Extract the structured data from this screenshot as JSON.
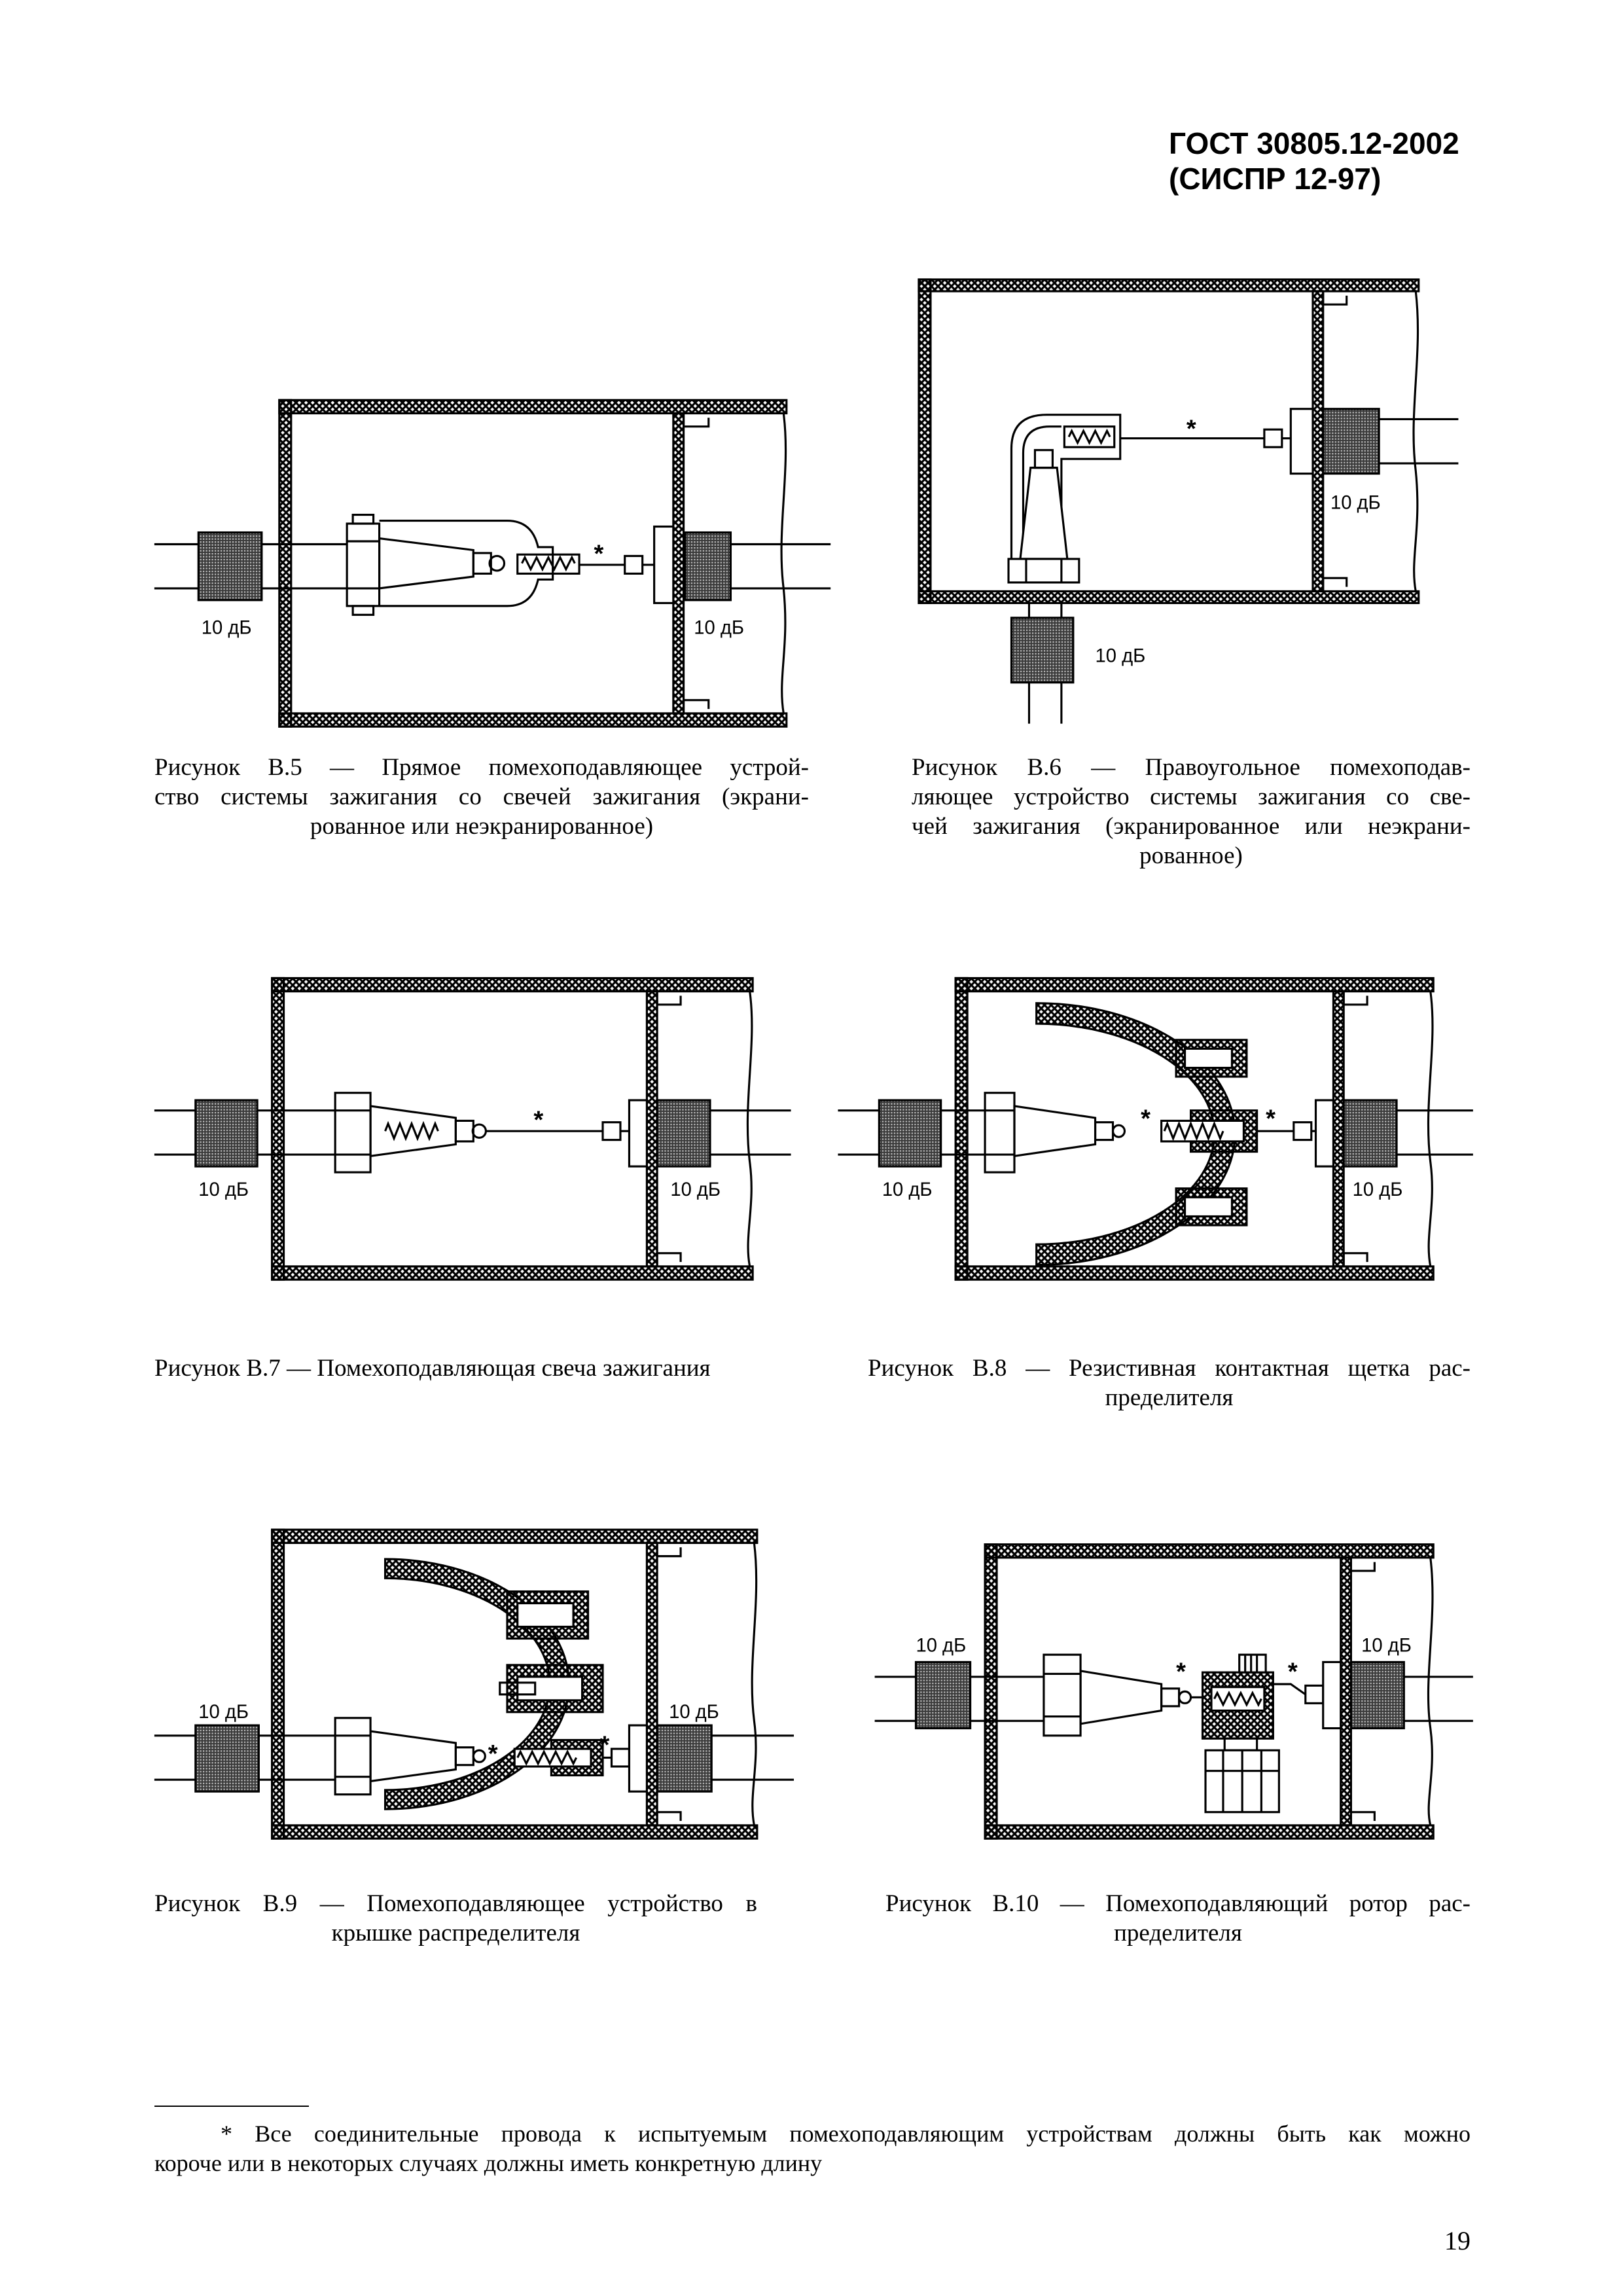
{
  "header": {
    "line1": "ГОСТ 30805.12-2002",
    "line2": "(СИСПР 12-97)"
  },
  "figures": [
    {
      "labels": [
        "10 дБ",
        "10 дБ"
      ],
      "marks": [
        "*"
      ],
      "caption": [
        "Рисунок В.5 — Прямое помехоподавляющее устрой-",
        "ство системы зажигания со свечей зажигания (экрани-",
        "рованное или неэкранированное)"
      ]
    },
    {
      "labels": [
        "10 дБ",
        "10 дБ"
      ],
      "marks": [
        "*"
      ],
      "caption": [
        "Рисунок В.6 — Правоугольное помехоподав-",
        "ляющее устройство системы зажигания со све-",
        "чей зажигания (экранированное или неэкрани-",
        "рованное)"
      ]
    },
    {
      "labels": [
        "10 дБ",
        "10 дБ"
      ],
      "marks": [
        "*"
      ],
      "caption": [
        "Рисунок В.7 — Помехоподавляющая свеча зажигания"
      ]
    },
    {
      "labels": [
        "10 дБ",
        "10 дБ"
      ],
      "marks": [
        "*",
        "*"
      ],
      "caption": [
        "Рисунок В.8 — Резистивная контактная щетка рас-",
        "пределителя"
      ]
    },
    {
      "labels": [
        "10 дБ",
        "10 дБ"
      ],
      "marks": [
        "*",
        "*"
      ],
      "caption": [
        "Рисунок В.9 — Помехоподавляющее устройство в",
        "крышке распределителя"
      ]
    },
    {
      "labels": [
        "10 дБ",
        "10 дБ"
      ],
      "marks": [
        "*",
        "*"
      ],
      "caption": [
        "Рисунок В.10 — Помехоподавляющий ротор рас-",
        "пределителя"
      ]
    }
  ],
  "footnote": [
    "* Все соединительные провода к испытуемым помехоподавляющим устройствам должны быть как можно",
    "короче или в некоторых случаях должны иметь конкретную длину"
  ],
  "page_number": "19"
}
